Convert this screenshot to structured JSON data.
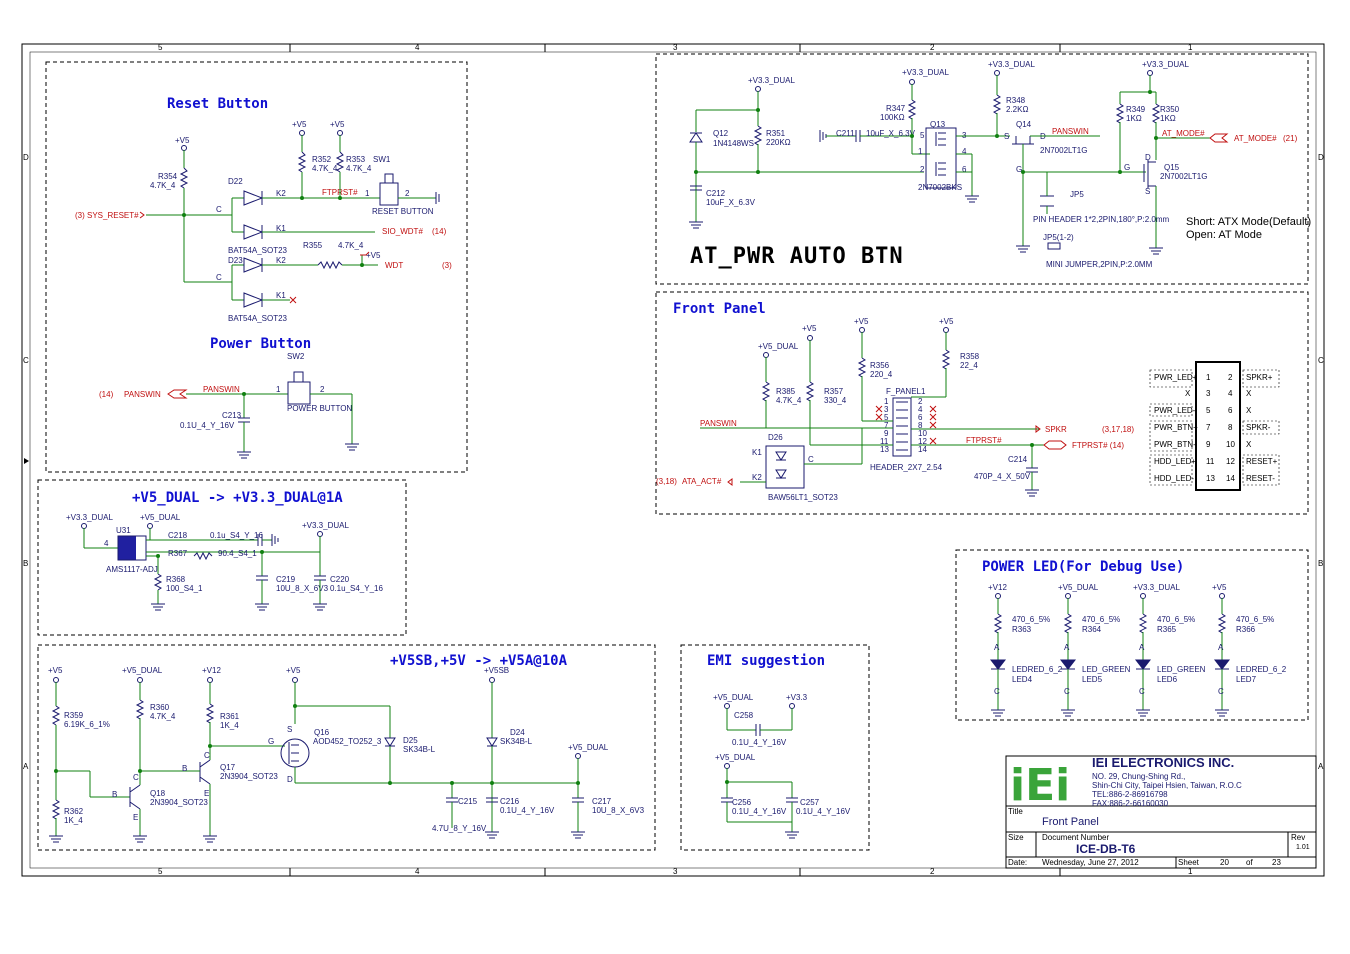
{
  "border": {
    "top_marks": [
      "5",
      "4",
      "3",
      "2",
      "1"
    ],
    "bottom_marks": [
      "5",
      "4",
      "3",
      "2",
      "1"
    ],
    "side_marks": [
      "D",
      "C",
      "B",
      "A"
    ]
  },
  "reset": {
    "title": "Reset Button",
    "in_net": "(3) SYS_RESET#",
    "r354": "R354",
    "r354_val": "4.7K_4",
    "r352": "R352",
    "r352_val": "4.7K_4",
    "r353": "R353",
    "r353_val": "4.7K_4",
    "r355": "R355",
    "r355_val": "4.7K_4",
    "sw": "SW1",
    "sw_part": "RESET BUTTON",
    "d22": "D22",
    "d23": "D23",
    "d22_part": "BAT54A_SOT23",
    "d23_part": "BAT54A_SOT23",
    "ftprst": "FTPRST#",
    "sio_wdt": "SIO_WDT#",
    "sio_ref": "(14)",
    "wdt": "WDT",
    "wdt_ref": "(3)",
    "v5": "+V5",
    "k1": "K1",
    "k2": "K2",
    "c": "C",
    "pin1": "1",
    "pin2": "2"
  },
  "power_btn": {
    "title": "Power Button",
    "sw": "SW2",
    "sw_part": "POWER BUTTON",
    "net": "PANSWIN",
    "ref": "(14)",
    "net2": "PANSWIN",
    "c": "C213",
    "c_val": "0.1U_4_Y_16V",
    "pin1": "1",
    "pin2": "2"
  },
  "dual": {
    "title": "+V5_DUAL -> +V3.3_DUAL@1A",
    "v33": "+V3.3_DUAL",
    "v5d": "+V5_DUAL",
    "v33b": "+V3.3_DUAL",
    "u": "U31",
    "u_part": "AMS1117-ADJ",
    "c218": "C218",
    "c218_val": "0.1u_S4_Y_16",
    "r367": "R367",
    "r367_val": "90.4_S4_1",
    "r368": "R368",
    "r368_val": "100_S4_1",
    "c219": "C219",
    "c219_val": "10U_8_X_6V3",
    "c220": "C220",
    "c220_val": "0.1u_S4_Y_16",
    "pin4": "4"
  },
  "v5sb": {
    "title": "+V5SB,+5V -> +V5A@10A",
    "v5": "+V5",
    "v5dual": "+V5_DUAL",
    "v12": "+V12",
    "v5b": "+V5",
    "v5sb": "+V5SB",
    "v5dual2": "+V5_DUAL",
    "r359": "R359",
    "r359_val": "6.19K_6_1%",
    "r360": "R360",
    "r360_val": "4.7K_4",
    "r361": "R361",
    "r361_val": "1K_4",
    "r362": "R362",
    "r362_val": "1K_4",
    "q16": "Q16",
    "q16_part": "AOD452_TO252_3",
    "q17": "Q17",
    "q17_part": "2N3904_SOT23",
    "q18": "Q18",
    "q18_part": "2N3904_SOT23",
    "d25": "D25",
    "d25_part": "SK34B-L",
    "d24": "D24",
    "d24_part": "SK34B-L",
    "c215": "C215",
    "c215_val": "4.7U_8_Y_16V",
    "c216": "C216",
    "c216_val": "0.1U_4_Y_16V",
    "c217": "C217",
    "c217_val": "10U_8_X_6V3",
    "b": "B",
    "c": "C",
    "e": "E",
    "g": "G",
    "d": "D",
    "s": "S"
  },
  "at_pwr": {
    "title": "AT_PWR AUTO BTN",
    "v33_dual_a": "+V3.3_DUAL",
    "v33_dual_b": "+V3.3_DUAL",
    "v33_dual_c": "+V3.3_DUAL",
    "v33_dual_d": "+V3.3_DUAL",
    "q12": "Q12",
    "q12_part": "1N4148WS",
    "r351": "R351",
    "r351_val": "220KΩ",
    "c211": "C211",
    "c211_val": "10uF_X_6.3V",
    "c212": "C212",
    "c212_val": "10uF_X_6.3V",
    "r347": "R347",
    "r347_val": "100KΩ",
    "q13": "Q13",
    "q13_part": "2N7002BKS",
    "r348": "R348",
    "r348_val": "2.2KΩ",
    "q14": "Q14",
    "q14_part": "2N7002LT1G",
    "panswin": "PANSWIN",
    "r349": "R349",
    "r349_val": "1KΩ",
    "r350": "R350",
    "r350_val": "1KΩ",
    "at_mode": "AT_MODE#",
    "at_mode_out": "AT_MODE#",
    "at_mode_ref": "(21)",
    "q15": "Q15",
    "q15_part": "2N7002LT1G",
    "jp5": "JP5",
    "jp5_part": "PIN HEADER 1*2,2PIN,180°,P:2.0mm",
    "jp5_1_2": "JP5(1-2)",
    "jumper": "MINI JUMPER,2PIN,P:2.0MM",
    "note1": "Short: ATX Mode(Default)",
    "note2": "Open: AT Mode",
    "pins": [
      "1",
      "2",
      "3",
      "4",
      "5",
      "6"
    ],
    "d": "D",
    "s": "S",
    "g": "G"
  },
  "front_panel": {
    "title": "Front Panel",
    "v5a": "+V5",
    "v5b": "+V5",
    "v5c": "+V5",
    "v5dual": "+V5_DUAL",
    "r385": "R385",
    "r385_val": "4.7K_4",
    "r357": "R357",
    "r357_val": "330_4",
    "r356": "R356",
    "r356_val": "220_4",
    "r358": "R358",
    "r358_val": "22_4",
    "header": "F_PANEL1",
    "header_part": "HEADER_2X7_2.54",
    "panswin": "PANSWIN",
    "spkr": "SPKR",
    "spkr_ref": "(3,17,18)",
    "ftprst": "FTPRST#",
    "ftprst_ref": "FTPRST# (14)",
    "d26": "D26",
    "d26_part": "BAW56LT1_SOT23",
    "ata_ref": "(3,18)",
    "ata": "ATA_ACT#",
    "c214": "C214",
    "c214_val": "470P_4_X_50V",
    "left_pins": [
      "1",
      "3",
      "5",
      "7",
      "9",
      "11",
      "13"
    ],
    "right_pins": [
      "2",
      "4",
      "6",
      "8",
      "10",
      "12",
      "14"
    ],
    "k1": "K1",
    "k2": "K2",
    "c": "C",
    "conn_left": [
      "PWR_LED+",
      "X",
      "PWR_LED-",
      "PWR_BTN+",
      "PWR_BTN-",
      "HDD_LED+",
      "HDD_LED-"
    ],
    "conn_right": [
      "SPKR+",
      "X",
      "X",
      "SPKR-",
      "X",
      "RESET+",
      "RESET-"
    ]
  },
  "power_led": {
    "title": "POWER LED(For Debug Use)",
    "rails": [
      "+V12",
      "+V5_DUAL",
      "+V3.3_DUAL",
      "+V5"
    ],
    "res_vals": [
      "470_6_5%",
      "470_6_5%",
      "470_6_5%",
      "470_6_5%"
    ],
    "res_refs": [
      "R363",
      "R364",
      "R365",
      "R366"
    ],
    "led_parts": [
      "LEDRED_6_2",
      "LED_GREEN",
      "LED_GREEN",
      "LEDRED_6_2"
    ],
    "led_refs": [
      "LED4",
      "LED5",
      "LED6",
      "LED7"
    ],
    "a": "A",
    "c": "C"
  },
  "emi": {
    "title": "EMI suggestion",
    "v5dual": "+V5_DUAL",
    "v33": "+V3.3",
    "c258": "C258",
    "c258_val": "0.1U_4_Y_16V",
    "v5dual2": "+V5_DUAL",
    "c256": "C256",
    "c256_val": "0.1U_4_Y_16V",
    "c257": "C257",
    "c257_val": "0.1U_4_Y_16V"
  },
  "title_block": {
    "company": "IEI ELECTRONICS INC.",
    "addr1": "NO. 29, Chung-Shing Rd.,",
    "addr2": "Shin-Chi City, Taipei Hsien, Taiwan, R.O.C",
    "tel": "TEL:886-2-86916798",
    "fax": "FAX:886-2-66160030",
    "title_label": "Title",
    "title": "Front Panel",
    "size_label": "Size",
    "docnum_label": "Document Number",
    "docnum": "ICE-DB-T6",
    "rev_label": "Rev",
    "rev": "1.01",
    "date_label": "Date:",
    "date": "Wednesday, June 27, 2012",
    "sheet_label": "Sheet",
    "sheet": "20",
    "of_label": "of",
    "of": "23",
    "logo": "iEi",
    "logo_colors": [
      "#3aa43a",
      "#ffffff"
    ]
  }
}
